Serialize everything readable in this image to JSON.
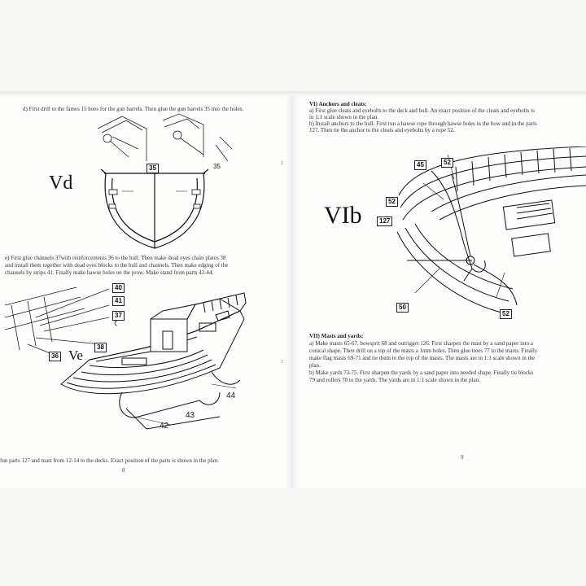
{
  "left_page": {
    "step_d_text": "d) First drill to the fames 15 hoes for the gun barrels. Then glue the gun barrels 35 into the holes.",
    "vd_label": "Vd",
    "vd_part": "35",
    "vd_part_b": "35",
    "step_e_lines": [
      "e) First glue channels 37with reinforcements 36 to the hull. Then make dead eyes chain plates 38",
      "and install them together with dead eyes blocks to the hull and channels. Then make edging of the",
      "channels by strips 41. Finally make hawse holes on the prow. Make stand from parts 42-44."
    ],
    "ve_label": "Ve",
    "ve_parts": {
      "p40": "40",
      "p41": "41",
      "p37": "37",
      "p38": "38",
      "p36": "36",
      "p44": "44",
      "p43": "43",
      "p42": "42"
    },
    "footer_text": "fun parts 127 and mast from 12-14 to the decks. Exact position of the parts is shown in the plan.",
    "page_number": "8"
  },
  "right_page": {
    "heading_vi": "VI) Anchors and cleats:",
    "vi_lines": [
      "a) First glue cleats and eyebolts to the deck and hull. An exact position of the cleats and eyebolts is",
      "in 1:1 scale shown in the plan.",
      "b) Install anchors to the hull. First run a hawse rope through hawse holes in the bow and in the parts",
      "127. Then tie the anchor to the cleats and eyebolts by a rope 52."
    ],
    "vib_label": "VIb",
    "vib_parts": {
      "p45": "45",
      "p52a": "52",
      "p52b": "52",
      "p127": "127",
      "p50": "50",
      "p52c": "52"
    },
    "heading_vii": "VII) Masts and yards:",
    "vii_lines": [
      "a) Make masts 65-67, bowsprit 68 and outrigget 126. First sharpen the mast by a sand paper into a",
      "conical shape. Then drill on a top of the masts a 1mm holes. Then glue trees 77 to the masts. Finally",
      "make flag masts 69-71 and tie them to the top of the masts. The masts are in 1:1 scale shown in the",
      "plan.",
      "b) Make yards 73-75. First sharpen the yards by a sand paper into needed shape. Finally tie blocks",
      "79 and rollers 78 to the yards. The yards are in 1:1 scale shown in the plan."
    ],
    "page_number": "9"
  }
}
